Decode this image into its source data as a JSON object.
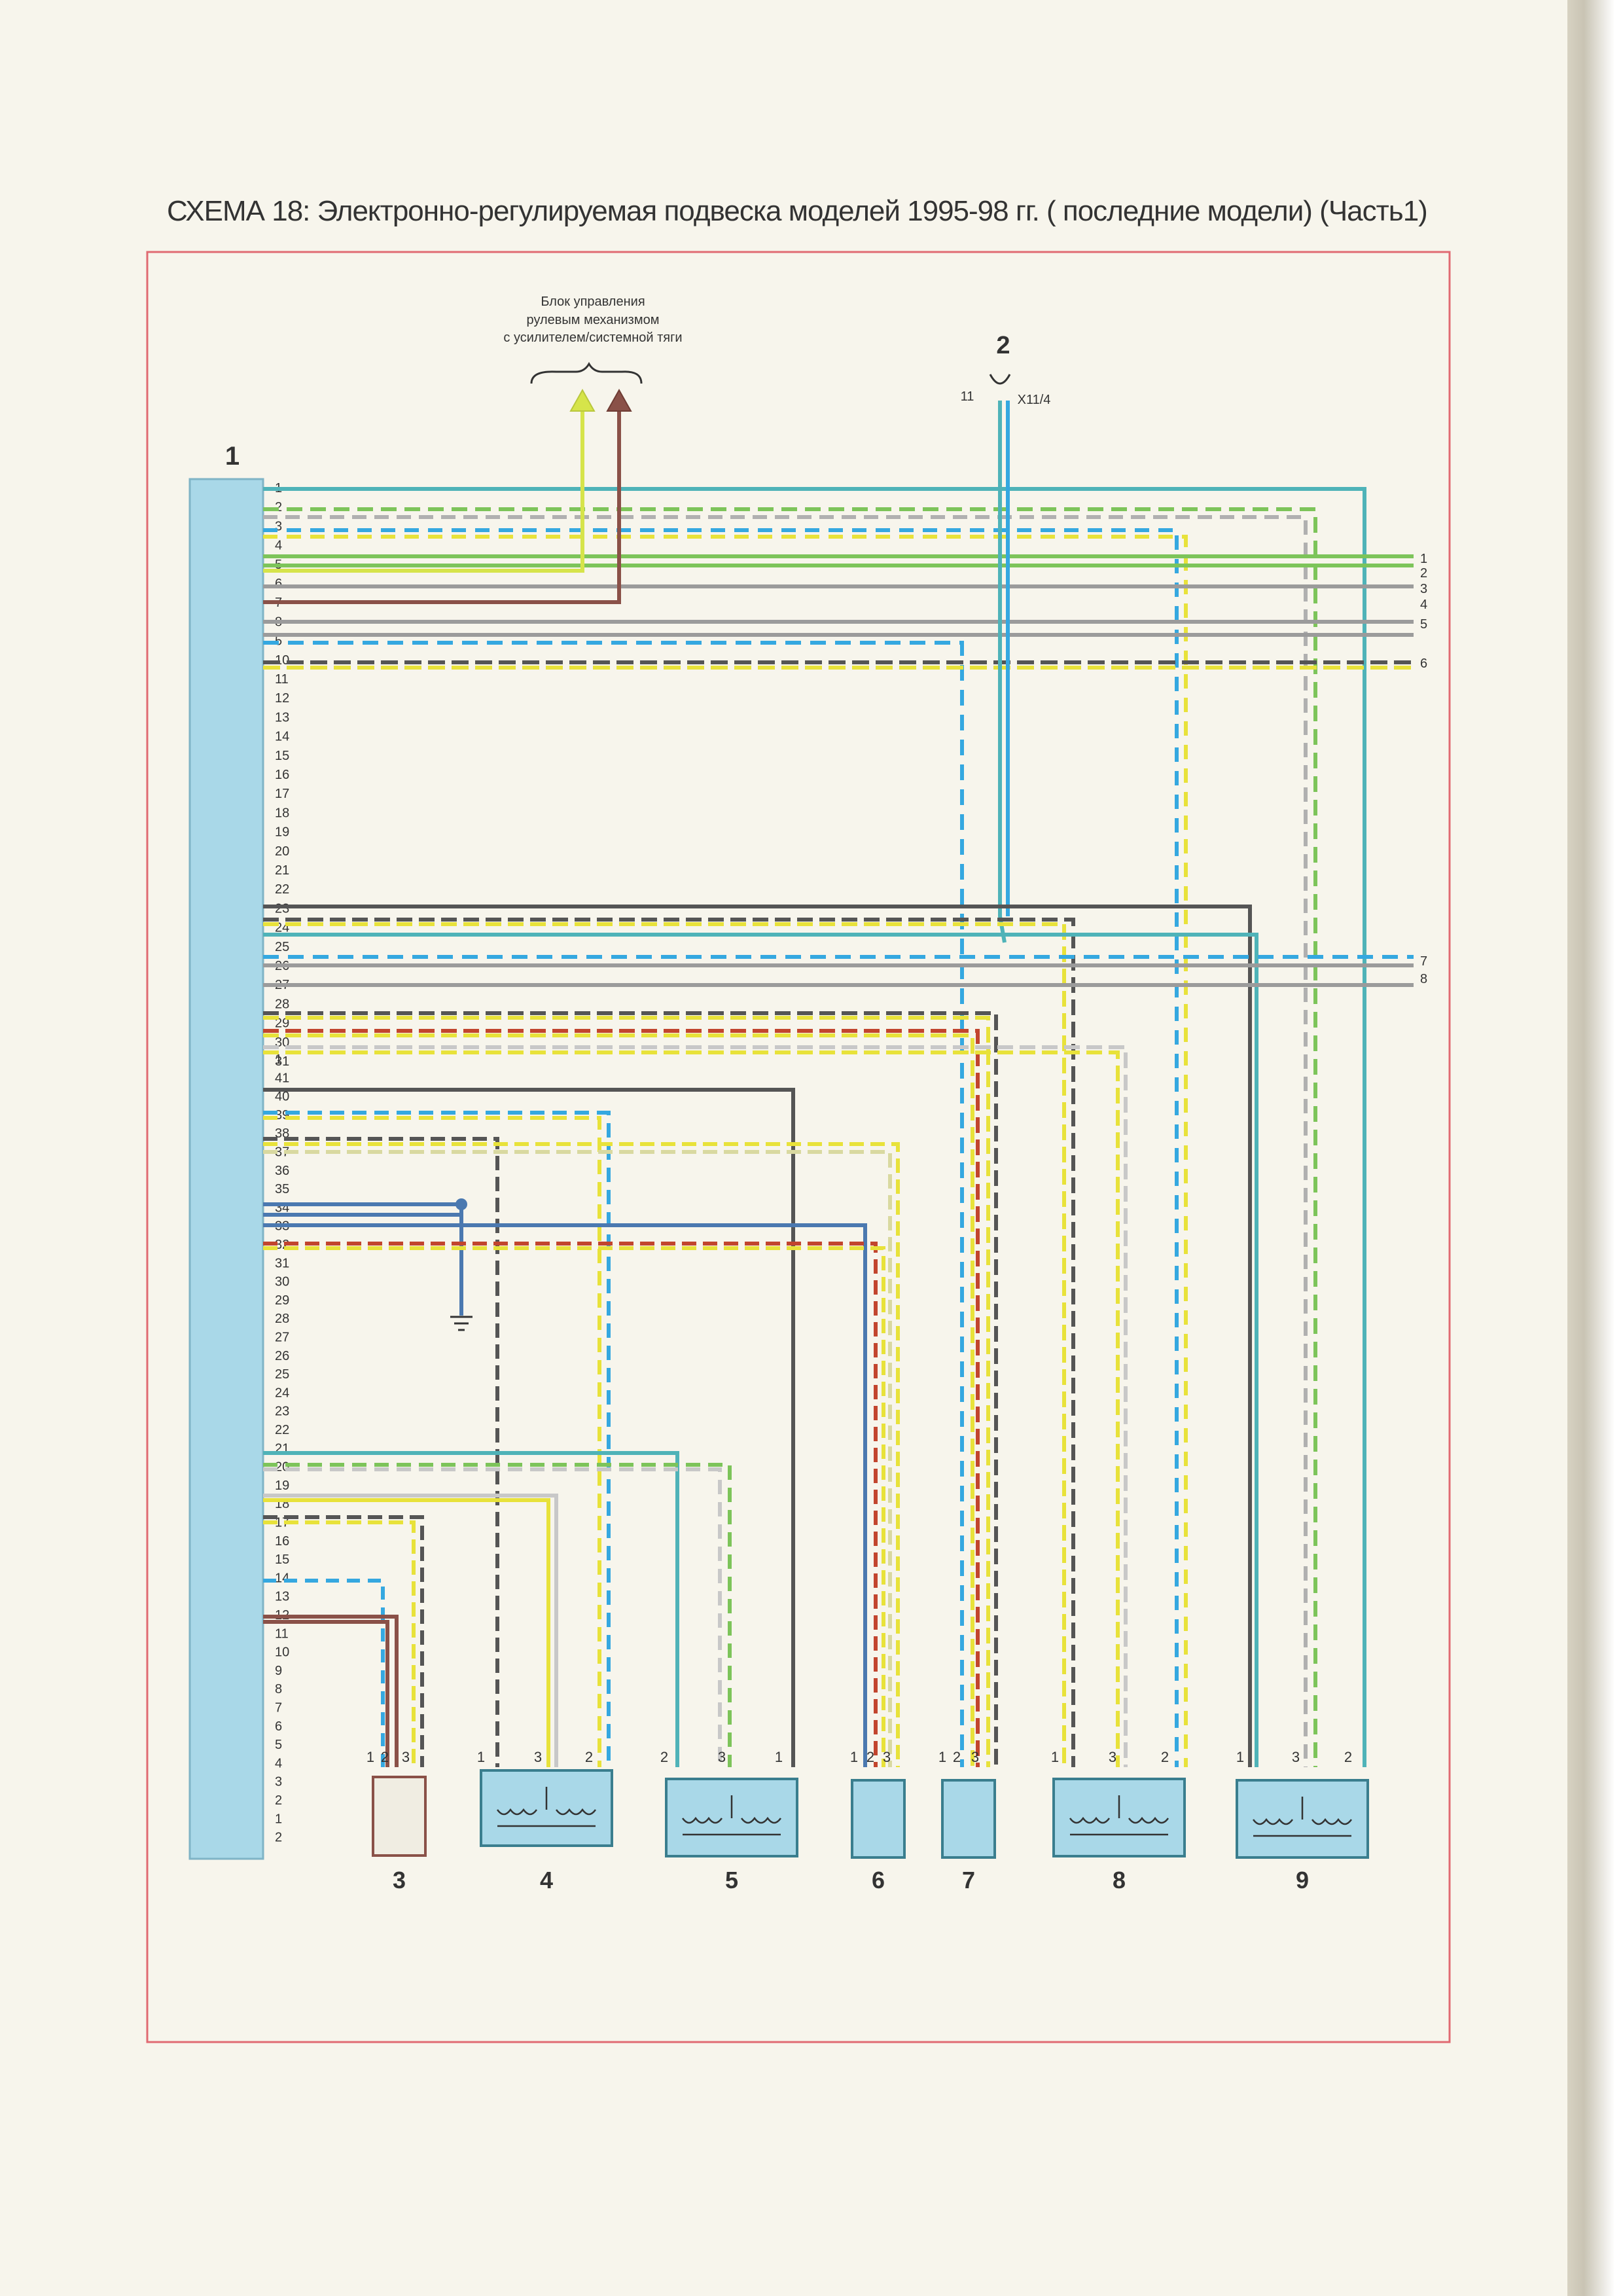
{
  "page": {
    "title": "СХЕМА 18: Электронно-регулируемая подвеска моделей 1995-98 гг. ( последние модели) (Часть1)"
  },
  "diagram": {
    "ecu_label": "1",
    "ecu_pins_top": [
      "1",
      "2",
      "3",
      "4",
      "5",
      "6",
      "7",
      "8",
      "5",
      "10",
      "11",
      "12",
      "13",
      "14",
      "15",
      "16",
      "17",
      "18",
      "19",
      "20",
      "21",
      "22",
      "23",
      "24",
      "25",
      "26",
      "27",
      "28",
      "29",
      "30",
      "31"
    ],
    "ecu_pins_bottom": [
      "1",
      "41",
      "40",
      "39",
      "38",
      "37",
      "36",
      "35",
      "34",
      "33",
      "32",
      "31",
      "30",
      "29",
      "28",
      "27",
      "26",
      "25",
      "24",
      "23",
      "22",
      "21",
      "20",
      "19",
      "18",
      "17",
      "16",
      "15",
      "14",
      "13",
      "12",
      "11",
      "10",
      "9",
      "8",
      "7",
      "6",
      "5",
      "4",
      "3",
      "2",
      "1",
      "2"
    ],
    "external_block": {
      "lines": [
        "Блок управления",
        "рулевым механизмом",
        "с усилителем/системной тяги"
      ]
    },
    "connector2": {
      "label": "2",
      "pin": "11",
      "name": "X11/4"
    },
    "right_terminals": [
      "1",
      "2",
      "3",
      "4",
      "5",
      "6",
      "7",
      "8"
    ],
    "components": [
      {
        "label": "3",
        "pins": [
          "1",
          "2",
          "3"
        ]
      },
      {
        "label": "4",
        "pins": [
          "1",
          "3",
          "2"
        ]
      },
      {
        "label": "5",
        "pins": [
          "2",
          "3",
          "1"
        ]
      },
      {
        "label": "6",
        "pins": [
          "1",
          "2",
          "3"
        ]
      },
      {
        "label": "7",
        "pins": [
          "1",
          "2",
          "3"
        ]
      },
      {
        "label": "8",
        "pins": [
          "1",
          "3",
          "2"
        ]
      },
      {
        "label": "9",
        "pins": [
          "1",
          "3",
          "2"
        ]
      }
    ],
    "colors": {
      "ecu_fill": "#a9d8e8",
      "frame": "#e06a72",
      "green": "#7dc45a",
      "teal": "#4fb3b8",
      "grey": "#9b9b9b",
      "brown": "#8a5148",
      "blue": "#4b79b0",
      "darkgrey": "#555555",
      "dash_blue": "#35a8e0",
      "dash_yellow": "#e8e23a",
      "dash_red": "#c2452e"
    }
  }
}
